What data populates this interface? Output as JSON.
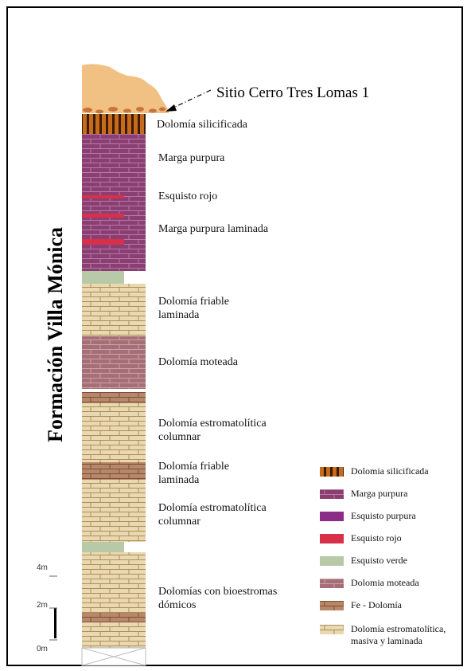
{
  "title": "Formación Villa Mónica",
  "site_label": "Sitio Cerro Tres Lomas 1",
  "layer_labels": [
    "Dolomía silicificada",
    "Marga purpura",
    "Esquisto rojo",
    "Marga purpura laminada",
    "Dolomía friable laminada",
    "Dolomía moteada",
    "Dolomía estromatolítica columnar",
    "Dolomía friable laminada",
    "Dolomía estromatolítica columnar",
    "Dolomías con bioestromas dómicos"
  ],
  "legend": [
    {
      "label": "Dolomia silicificada",
      "pattern": "silicified"
    },
    {
      "label": "Marga purpura",
      "pattern": "marl"
    },
    {
      "label": "Esquisto purpura",
      "pattern": "shale-purple"
    },
    {
      "label": "Esquisto rojo",
      "pattern": "shale-red"
    },
    {
      "label": "Esquisto verde",
      "pattern": "shale-green"
    },
    {
      "label": "Dolomia moteada",
      "pattern": "mottled"
    },
    {
      "label": "Fe - Dolomía",
      "pattern": "fe-dolomite"
    },
    {
      "label": "Dolomía estromatolítica, masiva y laminada",
      "pattern": "dolomite"
    }
  ],
  "scale": {
    "top": "4m",
    "mid": "2m",
    "bottom": "0m"
  },
  "colors": {
    "marl": "#8a3e72",
    "shale_purple": "#8b2d86",
    "shale_red": "#d9304a",
    "shale_green": "#b8c9a8",
    "silicified": "#c66a1c",
    "mottled": "#a46f76",
    "fe_dolomite": "#b8876a",
    "dolomite": "#ead9b0",
    "soil": "#f1c184"
  }
}
